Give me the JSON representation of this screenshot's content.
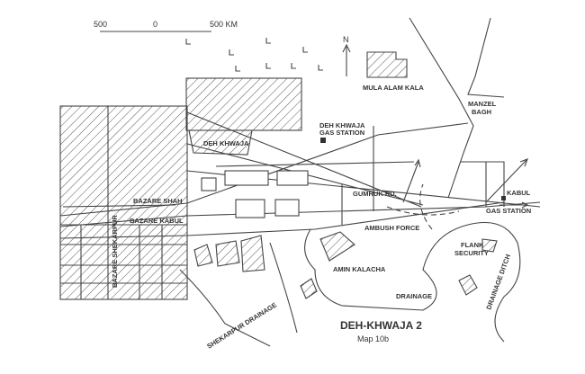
{
  "scale": {
    "left": "500",
    "mid": "0",
    "right": "500 KM"
  },
  "north": "N",
  "labels": {
    "mula_alam_kala": "MULA ALAM KALA",
    "manzel": "MANZEL",
    "bagh": "BAGH",
    "dk_gas1": "DEH KHWAJA",
    "dk_gas2": "GAS STATION",
    "deh_khwaja": "DEH KHWAJA",
    "gumruk": "GUMRUK RD.",
    "kabul": "KABUL",
    "gas_station": "GAS STATION",
    "bazare_shah": "BAZARE SHAH",
    "bazare_kabul": "BAZARE KABUL",
    "bazare_shekarpur": "BAZARE SHEKARPUR",
    "ambush": "AMBUSH FORCE",
    "flank1": "FLANK",
    "flank2": "SECURITY",
    "amin": "AMIN KALACHA",
    "drainage": "DRAINAGE",
    "ditch": "DRAINAGE DITCH",
    "shekarpur_drainage": "SHEKARPUR DRAINAGE"
  },
  "title": "DEH-KHWAJA 2",
  "subtitle": "Map 10b"
}
